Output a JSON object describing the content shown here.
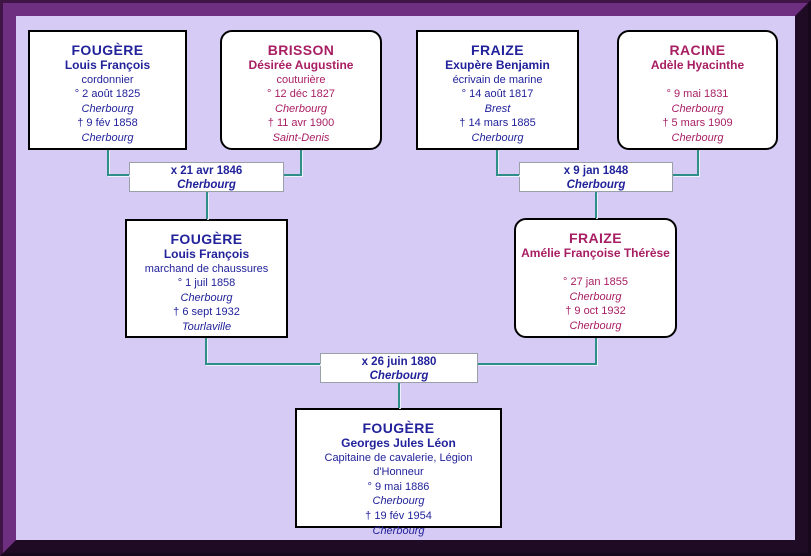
{
  "colors": {
    "background": "#D6CBF4",
    "male_text": "#22229B",
    "female_text": "#A81E63",
    "connector": "#2F8E87",
    "frame_light": "#6E2F80",
    "frame_dark": "#1F0B24",
    "box_border": "#000000",
    "marriage_border": "#9aa0a8"
  },
  "persons": [
    {
      "surname": "FOUGÈRE",
      "given": "Louis François",
      "profession": "cordonnier",
      "birth": "° 2 août 1825",
      "birth_place": "Cherbourg",
      "death": "† 9 fév 1858",
      "death_place": "Cherbourg",
      "sex": "male"
    },
    {
      "surname": "BRISSON",
      "given": "Désirée Augustine",
      "profession": "couturière",
      "birth": "° 12 déc 1827",
      "birth_place": "Cherbourg",
      "death": "† 11 avr 1900",
      "death_place": "Saint-Denis",
      "sex": "female"
    },
    {
      "surname": "FRAIZE",
      "given": "Exupère Benjamin",
      "profession": "écrivain de marine",
      "birth": "° 14 août 1817",
      "birth_place": "Brest",
      "death": "† 14 mars 1885",
      "death_place": "Cherbourg",
      "sex": "male"
    },
    {
      "surname": "RACINE",
      "given": "Adèle Hyacinthe",
      "profession": "",
      "birth": "° 9 mai 1831",
      "birth_place": "Cherbourg",
      "death": "† 5 mars 1909",
      "death_place": "Cherbourg",
      "sex": "female"
    },
    {
      "surname": "FOUGÈRE",
      "given": "Louis François",
      "profession": "marchand de chaussures",
      "birth": "° 1 juil 1858",
      "birth_place": "Cherbourg",
      "death": "† 6 sept 1932",
      "death_place": "Tourlaville",
      "sex": "male"
    },
    {
      "surname": "FRAIZE",
      "given": "Amélie Françoise Thérèse",
      "profession": "",
      "birth": "° 27 jan 1855",
      "birth_place": "Cherbourg",
      "death": "† 9 oct 1932",
      "death_place": "Cherbourg",
      "sex": "female"
    },
    {
      "surname": "FOUGÈRE",
      "given": "Georges Jules Léon",
      "profession": "Capitaine de cavalerie, Légion d'Honneur",
      "birth": "° 9 mai 1886",
      "birth_place": "Cherbourg",
      "death": "† 19 fév 1954",
      "death_place": "Cherbourg",
      "sex": "male"
    }
  ],
  "marriages": [
    {
      "date": "x 21 avr 1846",
      "place": "Cherbourg"
    },
    {
      "date": "x 9 jan 1848",
      "place": "Cherbourg"
    },
    {
      "date": "x 26 juin 1880",
      "place": "Cherbourg"
    }
  ]
}
